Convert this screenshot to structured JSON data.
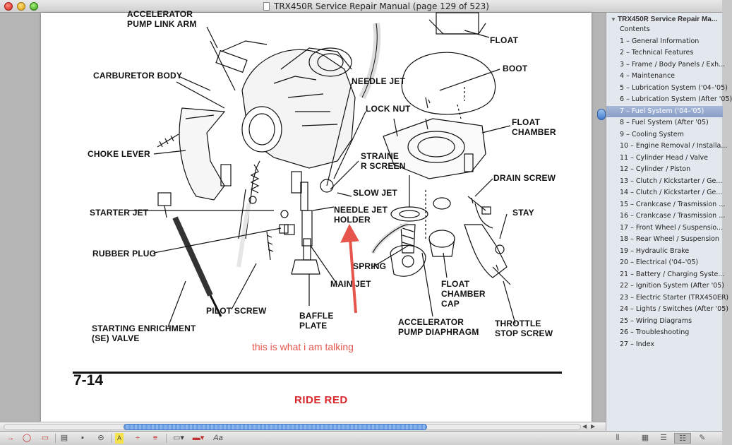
{
  "window": {
    "title": "TRX450R Service Repair Manual (page 129 of 523)"
  },
  "page": {
    "number": "7-14",
    "footer_logo": "RIDE RED",
    "annotation": "this is what i am talking",
    "labels": {
      "accel_pump_link_arm": "ACCELERATOR\nPUMP LINK ARM",
      "carburetor_body": "CARBURETOR BODY",
      "choke_lever": "CHOKE LEVER",
      "starter_jet": "STARTER JET",
      "rubber_plug": "RUBBER PLUG",
      "starting_enrichment": "STARTING ENRICHMENT\n(SE) VALVE",
      "pilot_screw": "PILOT SCREW",
      "baffle_plate": "BAFFLE\nPLATE",
      "main_jet": "MAIN JET",
      "needle_jet": "NEEDLE JET",
      "lock_nut": "LOCK NUT",
      "strainer_screen": "STRAINE\nR SCREEN",
      "slow_jet": "SLOW JET",
      "needle_jet_holder": "NEEDLE JET\nHOLDER",
      "spring": "SPRING",
      "float": "FLOAT",
      "boot": "BOOT",
      "float_chamber": "FLOAT\nCHAMBER",
      "drain_screw": "DRAIN SCREW",
      "stay": "STAY",
      "float_chamber_cap": "FLOAT\nCHAMBER\nCAP",
      "accel_pump_diaphragm": "ACCELERATOR\nPUMP DIAPHRAGM",
      "throttle_stop_screw": "THROTTLE\nSTOP SCREW"
    }
  },
  "sidebar": {
    "title": "TRX450R Service Repair Ma...",
    "items": [
      "Contents",
      "1 – General Information",
      "2 – Technical Features",
      "3 – Frame / Body Panels / Exh...",
      "4 – Maintenance",
      "5 – Lubrication System ('04–'05)",
      "6 – Lubrication System (After '05)",
      "7 – Fuel System ('04–'05)",
      "8 – Fuel System (After '05)",
      "9 – Cooling System",
      "10 – Engine Removal / Installa...",
      "11 – Cylinder Head / Valve",
      "12 – Cylinder / Piston",
      "13 – Clutch / Kickstarter / Ge...",
      "14 – Clutch / Kickstarter / Ge...",
      "15 – Crankcase / Trasmission ...",
      "16 – Crankcase / Trasmission ...",
      "17 – Front Wheel / Suspensio...",
      "18 – Rear Wheel / Suspension",
      "19 – Hydraulic Brake",
      "20 – Electrical ('04–'05)",
      "21 – Battery / Charging Syste...",
      "22 – Ignition System (After '05)",
      "23 – Electric Starter (TRX450ER)",
      "24 – Lights / Switches (After '05)",
      "25 – Wiring Diagrams",
      "26 – Troubleshooting",
      "27 – Index"
    ],
    "selected_index": 7
  },
  "toolbar": {
    "icons": [
      "arrow-tool-icon",
      "oval-tool-icon",
      "rectangle-tool-icon",
      "note-tool-icon",
      "comment-tool-icon",
      "link-tool-icon",
      "highlight-tool-icon",
      "strike-tool-icon",
      "underline-tool-icon",
      "color-picker-icon",
      "line-style-icon",
      "font-tool-icon"
    ],
    "text_tool_label": "Aa",
    "highlight_label": "A"
  },
  "colors": {
    "annotation": "#e5554c",
    "selection": "#8a9fc6",
    "brand_red": "#d8262b"
  }
}
